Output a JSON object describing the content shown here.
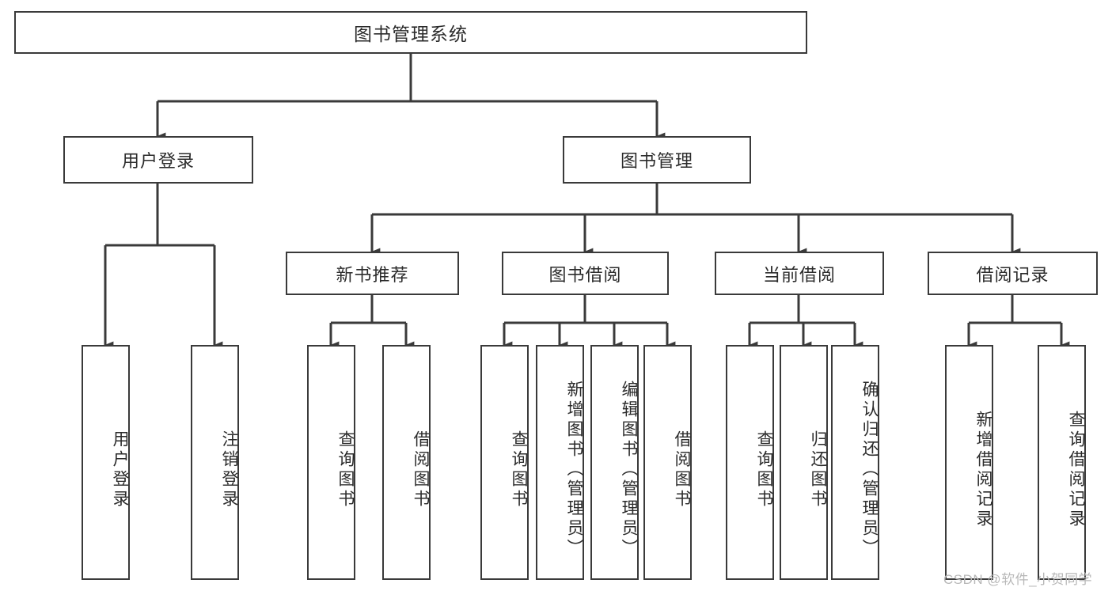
{
  "diagram": {
    "title": "图书管理系统",
    "type": "tree-hierarchy-diagram",
    "colors": {
      "box_border": "#3a3a3a",
      "connector": "#3a3a3a",
      "background": "#ffffff",
      "text": "#2b2b2b",
      "watermark": "#b8b8b8"
    },
    "nodes": {
      "root": {
        "label": "图书管理系统"
      },
      "level2": [
        {
          "label": "用户登录"
        },
        {
          "label": "图书管理"
        }
      ],
      "level3": [
        {
          "label": "新书推荐"
        },
        {
          "label": "图书借阅"
        },
        {
          "label": "当前借阅"
        },
        {
          "label": "借阅记录"
        }
      ],
      "leaves": {
        "user_login": [
          {
            "label": "用户登录"
          },
          {
            "label": "注销登录"
          }
        ],
        "new_book_recommend": [
          {
            "label": "查询图书"
          },
          {
            "label": "借阅图书"
          }
        ],
        "book_borrow": [
          {
            "label": "查询图书"
          },
          {
            "label": "新增图书（管理员）"
          },
          {
            "label": "编辑图书（管理员）"
          },
          {
            "label": "借阅图书"
          }
        ],
        "current_borrow": [
          {
            "label": "查询图书"
          },
          {
            "label": "归还图书"
          },
          {
            "label": "确认归还（管理员）"
          }
        ],
        "borrow_record": [
          {
            "label": "新增借阅记录"
          },
          {
            "label": "查询借阅记录"
          }
        ]
      }
    },
    "watermark": "CSDN @软件_小贺同学"
  }
}
